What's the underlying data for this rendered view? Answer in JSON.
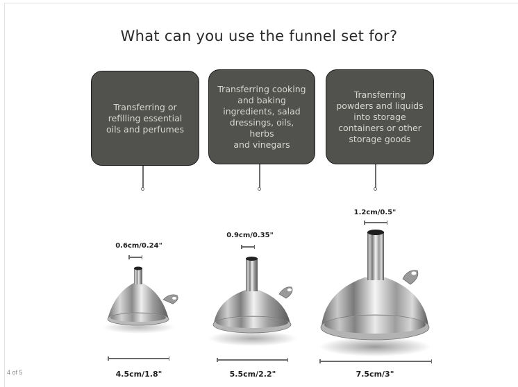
{
  "title": "What can you use the funnel set for?",
  "cards": [
    {
      "lines": [
        "Transferring or",
        "refilling essential",
        "oils and perfumes"
      ]
    },
    {
      "lines": [
        "Transferring cooking",
        "and baking",
        "ingredients, salad",
        "dressings, oils, herbs",
        "and vinegars"
      ]
    },
    {
      "lines": [
        "Transferring",
        "powders and liquids",
        "into storage",
        "containers or other",
        "storage goods"
      ]
    }
  ],
  "funnels": [
    {
      "size": "small",
      "spout_label": "0.6cm/0.24\"",
      "base_label": "4.5cm/1.8\""
    },
    {
      "size": "medium",
      "spout_label": "0.9cm/0.35\"",
      "base_label": "5.5cm/2.2\""
    },
    {
      "size": "large",
      "spout_label": "1.2cm/0.5\"",
      "base_label": "7.5cm/3\""
    }
  ],
  "pager": "4 of 5",
  "colors": {
    "card_bg": "#51514d",
    "card_text": "#d7d7d2",
    "title": "#2a2a2a"
  }
}
